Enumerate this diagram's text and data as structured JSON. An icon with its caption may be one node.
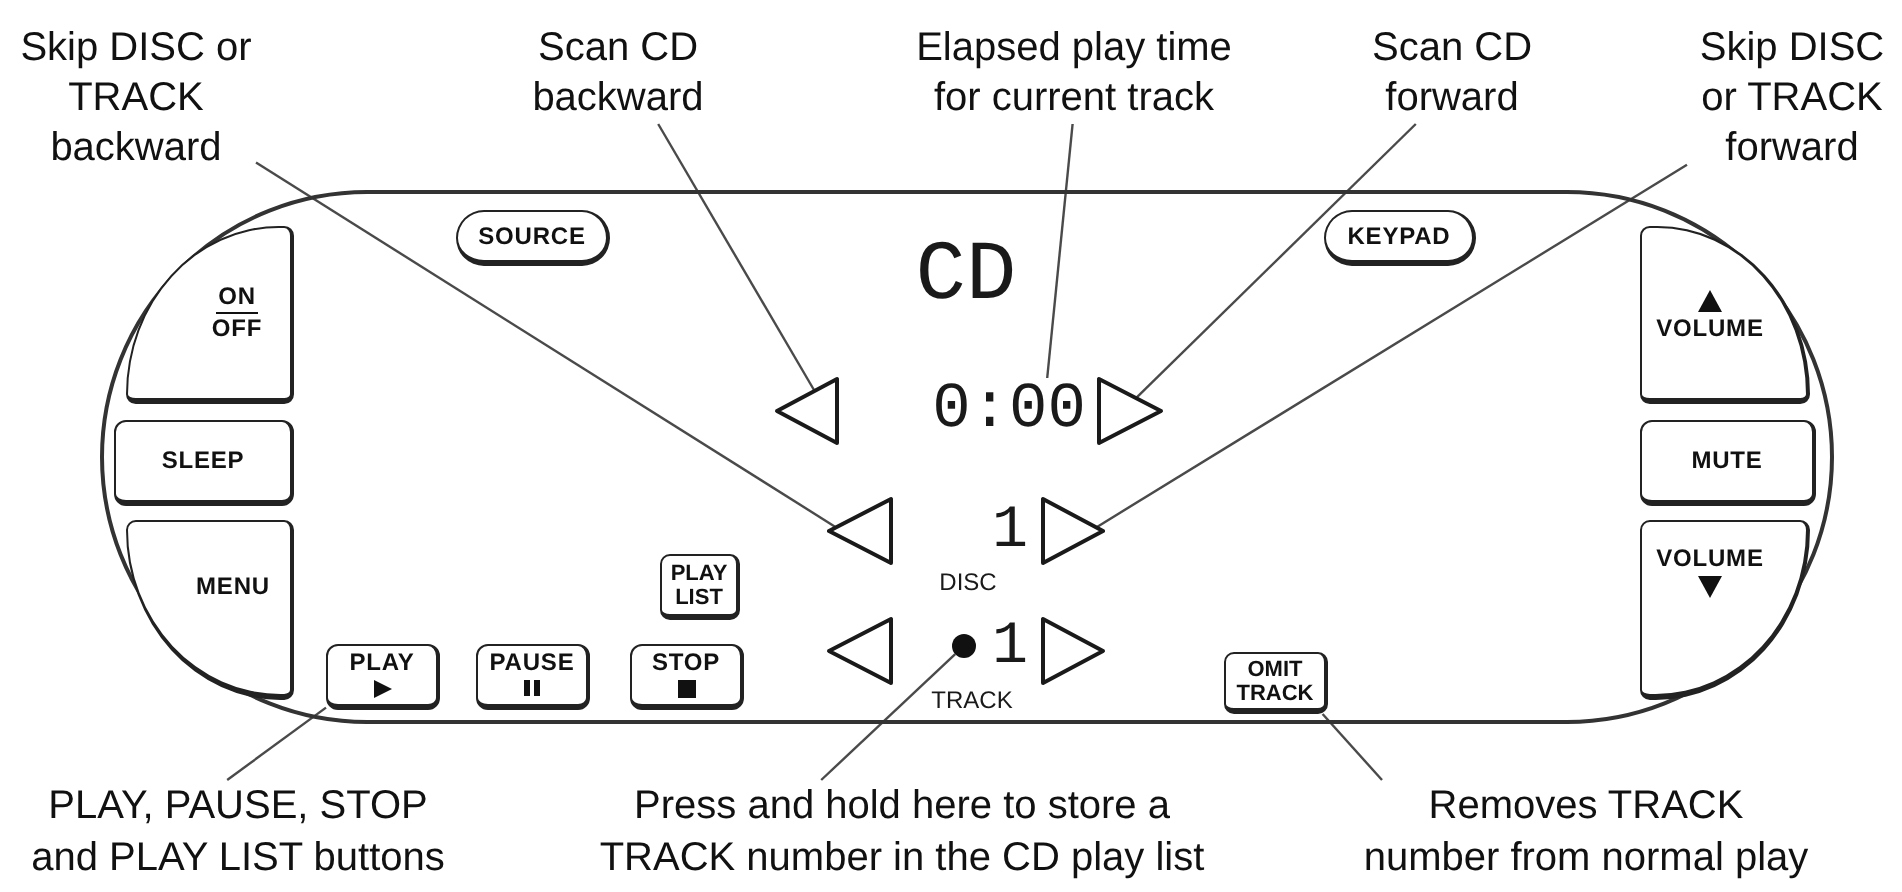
{
  "diagram": {
    "nodes": [
      {
        "text": [
          "Skip DISC or TRACK backward"
        ]
      },
      {
        "text": [
          "Scan CD backward"
        ]
      },
      {
        "text": [
          "Elapsed play time for current track"
        ]
      },
      {
        "text": [
          "Scan CD forward"
        ]
      },
      {
        "text": [
          "Skip DISC or TRACK forward"
        ]
      },
      {
        "text": [],
        "shape": "box"
      },
      {
        "text": [
          "SOURCE"
        ],
        "in": 5
      },
      {
        "text": [
          "KEYPAD"
        ],
        "in": 5
      },
      {
        "text": [
          "ON",
          "OFF"
        ],
        "in": 5
      },
      {
        "text": [
          "VOLUME"
        ],
        "in": 5
      },
      {
        "text": [],
        "shape": "triangle",
        "in": 5
      },
      {
        "text": [
          "0:00"
        ],
        "in": 5
      },
      {
        "text": [],
        "shape": "triangle",
        "in": 5
      },
      {
        "text": [
          "SLEEP"
        ],
        "in": 5
      },
      {
        "text": [
          "MUTE"
        ],
        "in": 5
      },
      {
        "text": [],
        "shape": "triangle",
        "in": 5
      },
      {
        "text": [],
        "shape": "triangle",
        "in": 5
      },
      {
        "text": [
          "MENU"
        ],
        "in": 5
      },
      {
        "text": [
          "PLAY LIST"
        ],
        "in": 5
      },
      {
        "text": [
          "VOLUME"
        ],
        "in": 5
      },
      {
        "text": [],
        "shape": "triangle",
        "in": 5
      },
      {
        "text": [],
        "shape": "circle",
        "in": 5
      },
      {
        "text": [],
        "shape": "triangle",
        "in": 5
      },
      {
        "text": [
          "PLAY"
        ],
        "in": 5
      },
      {
        "text": [
          "PAUSE"
        ],
        "in": 5
      },
      {
        "text": [
          "STOP"
        ],
        "in": 5
      },
      {
        "text": [
          "OMIT TRACK"
        ],
        "in": 5
      },
      {
        "text": [
          "PLAY, PAUSE, STOP and PLAY LIST buttons"
        ]
      },
      {
        "text": [
          "Press and hold here to store a TRACK number in the CD play list"
        ]
      },
      {
        "text": [
          "Removes TRACK number from normal play"
        ]
      }
    ],
    "edges": [
      {
        "from": 0,
        "to": 15,
        "arrow": "none"
      },
      {
        "from": 1,
        "to": 10,
        "arrow": "none"
      },
      {
        "from": 2,
        "to": 11,
        "arrow": "none"
      },
      {
        "from": 3,
        "to": 12,
        "arrow": "none"
      },
      {
        "from": 4,
        "to": 16,
        "arrow": "none"
      },
      {
        "from": 27,
        "to": 23,
        "arrow": "none"
      },
      {
        "from": 28,
        "to": 21,
        "arrow": "none"
      },
      {
        "from": 29,
        "to": 26,
        "arrow": "none"
      }
    ],
    "labels": [
      "CD",
      "1",
      "DISC",
      "1",
      "TRACK"
    ]
  }
}
